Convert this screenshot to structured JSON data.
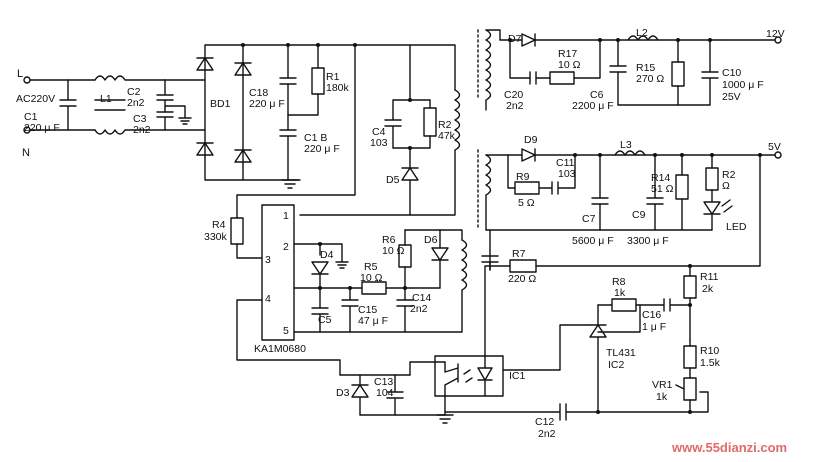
{
  "input": {
    "terminal_l": "L",
    "terminal_n": "N",
    "voltage": "AC220V"
  },
  "outputs": {
    "v12": "12V",
    "v5": "5V"
  },
  "ic1_label": "IC1",
  "ic_main": {
    "name": "KA1M0680",
    "pins": [
      "1",
      "2",
      "3",
      "4",
      "5"
    ]
  },
  "components": [
    {
      "id": "C1",
      "line1": "C1",
      "line2": "220 μ F"
    },
    {
      "id": "L1",
      "line1": "L1"
    },
    {
      "id": "C2",
      "line1": "C2",
      "line2": "2n2"
    },
    {
      "id": "C3",
      "line1": "C3",
      "line2": "2n2"
    },
    {
      "id": "BD1",
      "line1": "BD1"
    },
    {
      "id": "C18",
      "line1": "C18",
      "line2": "220 μ F"
    },
    {
      "id": "R1",
      "line1": "R1",
      "line2": "180k"
    },
    {
      "id": "C19",
      "line1": "C1 B",
      "line2": "220 μ F"
    },
    {
      "id": "C4",
      "line1": "C4",
      "line2": "103"
    },
    {
      "id": "R2",
      "line1": "R2",
      "line2": "47k"
    },
    {
      "id": "D5",
      "line1": "D5"
    },
    {
      "id": "R4",
      "line1": "R4",
      "line2": "330k"
    },
    {
      "id": "D4",
      "line1": "D4"
    },
    {
      "id": "R6",
      "line1": "R6",
      "line2": "10 Ω"
    },
    {
      "id": "D6",
      "line1": "D6"
    },
    {
      "id": "R5",
      "line1": "R5",
      "line2": "10 Ω"
    },
    {
      "id": "C5",
      "line1": "C5"
    },
    {
      "id": "C15",
      "line1": "C15",
      "line2": "47 μ F"
    },
    {
      "id": "C14",
      "line1": "C14",
      "line2": "2n2"
    },
    {
      "id": "D3",
      "line1": "D3"
    },
    {
      "id": "C13",
      "line1": "C13",
      "line2": "104"
    },
    {
      "id": "D7",
      "line1": "D7"
    },
    {
      "id": "R17",
      "line1": "R17",
      "line2": "10 Ω"
    },
    {
      "id": "C20",
      "line1": "C20",
      "line2": "2n2"
    },
    {
      "id": "C6",
      "line1": "C6",
      "line2": "2200 μ F"
    },
    {
      "id": "L2",
      "line1": "L2"
    },
    {
      "id": "R15",
      "line1": "R15",
      "line2": "270 Ω"
    },
    {
      "id": "C10",
      "line1": "C10",
      "line2": "1000 μ F",
      "line3": "25V"
    },
    {
      "id": "D9",
      "line1": "D9"
    },
    {
      "id": "C11",
      "line1": "C11",
      "line2": "103"
    },
    {
      "id": "R9",
      "line1": "R9",
      "line2": "5 Ω"
    },
    {
      "id": "L3",
      "line1": "L3"
    },
    {
      "id": "C7",
      "line1": "C7",
      "line2": "5600 μ F"
    },
    {
      "id": "R14",
      "line1": "R14",
      "line2": "51 Ω"
    },
    {
      "id": "C9",
      "line1": "C9",
      "line2": "3300 μ F"
    },
    {
      "id": "R3",
      "line1": "R2",
      "line2": "Ω"
    },
    {
      "id": "LED",
      "line1": "LED"
    },
    {
      "id": "R7",
      "line1": "R7",
      "line2": "220 Ω"
    },
    {
      "id": "R8",
      "line1": "R8",
      "line2": "1k"
    },
    {
      "id": "R11",
      "line1": "R11",
      "line2": "2k"
    },
    {
      "id": "C16",
      "line1": "C16",
      "line2": "1 μ F"
    },
    {
      "id": "TL431",
      "line1": "TL431",
      "line2": "IC2"
    },
    {
      "id": "R10",
      "line1": "R10",
      "line2": "1.5k"
    },
    {
      "id": "VR1",
      "line1": "VR1",
      "line2": "1k"
    },
    {
      "id": "C12",
      "line1": "C12",
      "line2": "2n2"
    }
  ],
  "watermark": "www.55dianzi.com"
}
